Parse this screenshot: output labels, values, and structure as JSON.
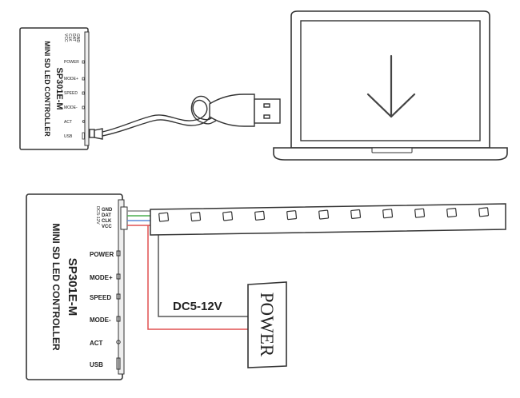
{
  "controller_top": {
    "title": "SP301E-M",
    "subtitle": "MINI SD LED CONTROLLER",
    "port_labels": [
      "GND",
      "DAT",
      "CLK",
      "VCC"
    ],
    "buttons": [
      "POWER",
      "MODE+",
      "SPEED",
      "MODE-",
      "ACT",
      "USB"
    ]
  },
  "controller_bottom": {
    "title": "SP301E-M",
    "subtitle": "MINI SD LED CONTROLLER",
    "port_labels": [
      "GND",
      "DAT",
      "CLK",
      "VCC"
    ],
    "side_port_label": "DC5-12V",
    "buttons": [
      "POWER",
      "MODE+",
      "SPEED",
      "MODE-",
      "ACT",
      "USB"
    ]
  },
  "power_supply": {
    "voltage_label": "DC5-12V",
    "label": "POWER"
  },
  "led_strip": {
    "led_count": 11
  },
  "laptop": {
    "screen_icon": "download-arrow-icon"
  },
  "colors": {
    "line": "#333333",
    "wire_red": "#e05050",
    "wire_green": "#4caf50",
    "wire_blue": "#5a8ad8",
    "wire_gray": "#888888"
  }
}
